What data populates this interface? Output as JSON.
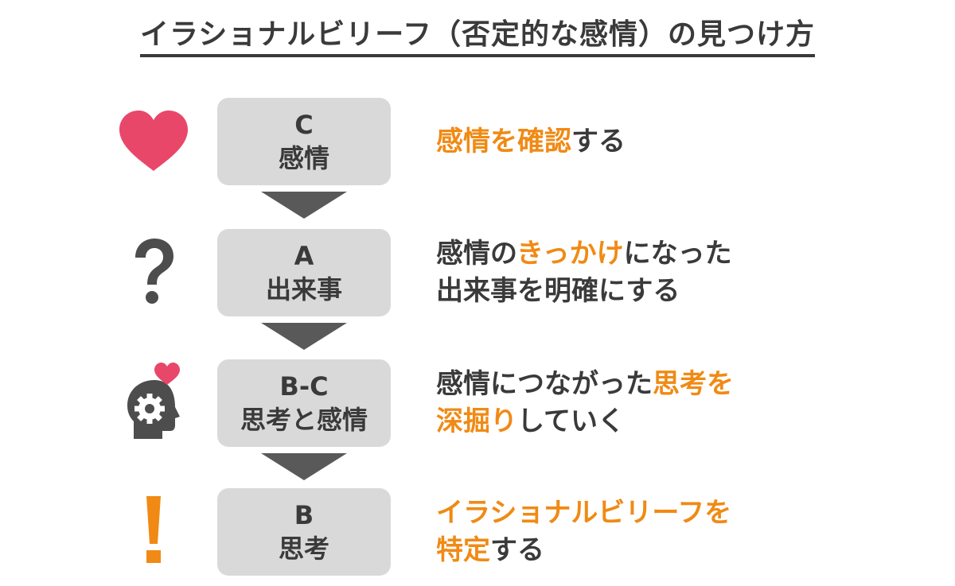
{
  "title": "イラショナルビリーフ（否定的な感情）の見つけ方",
  "colors": {
    "text": "#3a3a3a",
    "highlight": "#f08a14",
    "box": "#d9d9d9",
    "arrow": "#595959",
    "heart": "#e8476a"
  },
  "steps": [
    {
      "icon": "heart-icon",
      "letter": "C",
      "label": "感情",
      "desc": {
        "line1": {
          "a": "",
          "hl": "感情を確認",
          "b": "する",
          "hl2": "",
          "c": ""
        },
        "line2": {
          "a": "",
          "hl": "",
          "b": ""
        }
      }
    },
    {
      "icon": "question-mark-icon",
      "letter": "A",
      "label": "出来事",
      "desc": {
        "line1": {
          "a": "感情の",
          "hl": "きっかけ",
          "b": "になった"
        },
        "line2": {
          "a": "出来事を明確にする",
          "hl": "",
          "b": ""
        }
      }
    },
    {
      "icon": "head-gear-heart-icon",
      "letter": "B-C",
      "label": "思考と感情",
      "desc": {
        "line1": {
          "a": "感情につながった",
          "hl": "思考を",
          "b": ""
        },
        "line2": {
          "a": "",
          "hl": "深掘り",
          "b": "していく"
        }
      }
    },
    {
      "icon": "exclamation-mark-icon",
      "letter": "B",
      "label": "思考",
      "desc": {
        "line1": {
          "a": "",
          "hl": "イラショナルビリーフを",
          "b": ""
        },
        "line2": {
          "a": "",
          "hl": "特定",
          "b": "する"
        }
      }
    }
  ]
}
